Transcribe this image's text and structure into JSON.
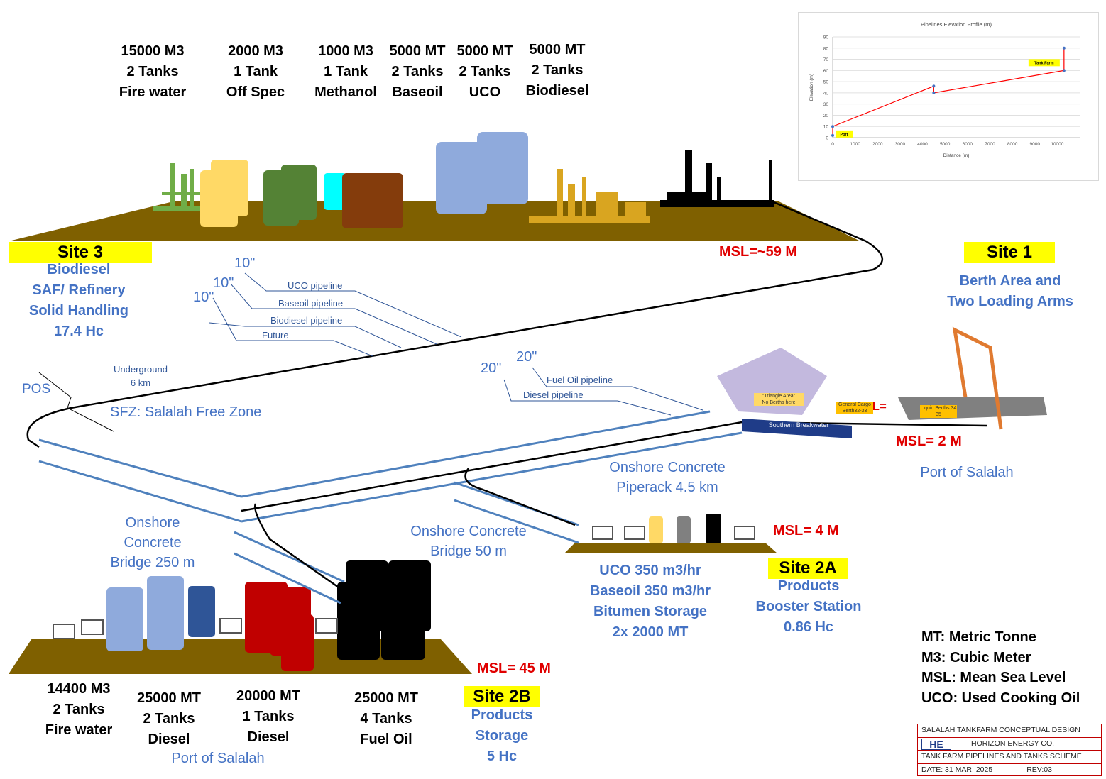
{
  "site3": {
    "label": "Site 3",
    "info": [
      "Biodiesel",
      "SAF/ Refinery",
      "Solid Handling",
      "17.4 Hc"
    ],
    "tanks": [
      {
        "lines": [
          "15000 M3",
          "2 Tanks",
          "Fire water"
        ]
      },
      {
        "lines": [
          "2000 M3",
          "1 Tank",
          "Off Spec"
        ]
      },
      {
        "lines": [
          "1000 M3",
          "1 Tank",
          "Methanol"
        ]
      },
      {
        "lines": [
          "5000 MT",
          "2 Tanks",
          "Baseoil"
        ]
      },
      {
        "lines": [
          "5000 MT",
          "2 Tanks",
          "UCO"
        ]
      },
      {
        "lines": [
          "5000 MT",
          "2 Tanks",
          "Biodiesel"
        ]
      }
    ],
    "msl": "MSL=~59 M"
  },
  "site1": {
    "label": "Site 1",
    "info": [
      "Berth Area and",
      "Two Loading Arms"
    ],
    "msl": "MSL= 2 M",
    "msl_partial": "MSL=",
    "port": "Port of Salalah",
    "breakwater": "Southern Breakwater",
    "berth_notes": [
      "\"Triangle Area\"",
      "No Berths here",
      "General Cargo",
      "Berth32-33",
      "Liquid Berths 34",
      "35"
    ]
  },
  "site2a": {
    "label": "Site 2A",
    "info": [
      "Products",
      "Booster Station",
      "0.86 Hc"
    ],
    "capacity": [
      "UCO 350 m3/hr",
      "Baseoil  350 m3/hr",
      "Bitumen Storage",
      "2x 2000 MT"
    ],
    "msl": "MSL= 4 M"
  },
  "site2b": {
    "label": "Site 2B",
    "info": [
      "Products",
      "Storage",
      "5 Hc"
    ],
    "tanks": [
      {
        "lines": [
          "14400 M3",
          "2 Tanks",
          "Fire water"
        ]
      },
      {
        "lines": [
          "25000 MT",
          "2 Tanks",
          "Diesel"
        ]
      },
      {
        "lines": [
          "20000 MT",
          "1 Tanks",
          "Diesel"
        ]
      },
      {
        "lines": [
          "25000 MT",
          "4 Tanks",
          "Fuel Oil"
        ]
      }
    ],
    "msl": "MSL= 45 M",
    "port": "Port of Salalah"
  },
  "pipelines": {
    "upper": [
      "UCO pipeline",
      "Baseoil pipeline",
      "Biodiesel pipeline",
      "Future"
    ],
    "upper_sizes": [
      "10\"",
      "10\"",
      "10\""
    ],
    "lower": [
      "Fuel Oil pipeline",
      "Diesel pipeline"
    ],
    "lower_sizes": [
      "20\"",
      "20\""
    ],
    "underground": [
      "Underground",
      "6 km"
    ],
    "pos": "POS",
    "sfz": "SFZ: Salalah Free Zone"
  },
  "structures": {
    "piperack": [
      "Onshore Concrete",
      "Piperack 4.5 km"
    ],
    "bridge250": [
      "Onshore",
      "Concrete",
      "Bridge 250 m"
    ],
    "bridge50": [
      "Onshore Concrete",
      "Bridge 50 m"
    ]
  },
  "legend": [
    "MT: Metric Tonne",
    "M3: Cubic Meter",
    "MSL: Mean Sea Level",
    "UCO: Used Cooking Oil"
  ],
  "title_block": {
    "project": "SALALAH TANKFARM CONCEPTUAL DESIGN",
    "logo": "HE",
    "company": "HORIZON ENERGY CO.",
    "drawing": "TANK FARM PIPELINES AND TANKS SCHEME",
    "date": "DATE: 31 MAR. 2025",
    "rev": "REV:03"
  },
  "colors": {
    "ground": "#7f6000",
    "tank_yellow": "#ffd966",
    "tank_green": "#548235",
    "tank_cyan": "#00ffff",
    "tank_brown": "#843c0c",
    "tank_lightblue": "#8faadc",
    "tank_navy": "#2f5597",
    "tank_red": "#c00000",
    "tank_black": "#000000",
    "refinery_green": "#70ad47",
    "refinery_gold": "#d9a520",
    "crane_orange": "#e07a30",
    "rack_blue": "#4f81bd",
    "site_highlight": "#ffff00",
    "msl_red": "#e00000"
  },
  "chart_data": {
    "type": "line",
    "title": "Pipelines Elevation Profile (m)",
    "xlabel": "Distance (m)",
    "ylabel": "Elevation (m)",
    "xlim": [
      0,
      11000
    ],
    "ylim": [
      0,
      90
    ],
    "xticks": [
      0,
      1000,
      2000,
      3000,
      4000,
      5000,
      6000,
      7000,
      8000,
      9000,
      10000
    ],
    "yticks": [
      0,
      10,
      20,
      30,
      40,
      50,
      60,
      70,
      80,
      90
    ],
    "series": [
      {
        "x": [
          0,
          0,
          4500,
          4500,
          10300,
          10300
        ],
        "y": [
          2,
          10,
          46,
          40,
          60,
          80
        ]
      }
    ],
    "annotations": [
      {
        "text": "Port",
        "x": 0,
        "y": 2
      },
      {
        "text": "Tank Farm",
        "x": 10300,
        "y": 60
      }
    ],
    "grid": true,
    "line_color": "#ff0000",
    "marker_color": "#4472c4"
  }
}
